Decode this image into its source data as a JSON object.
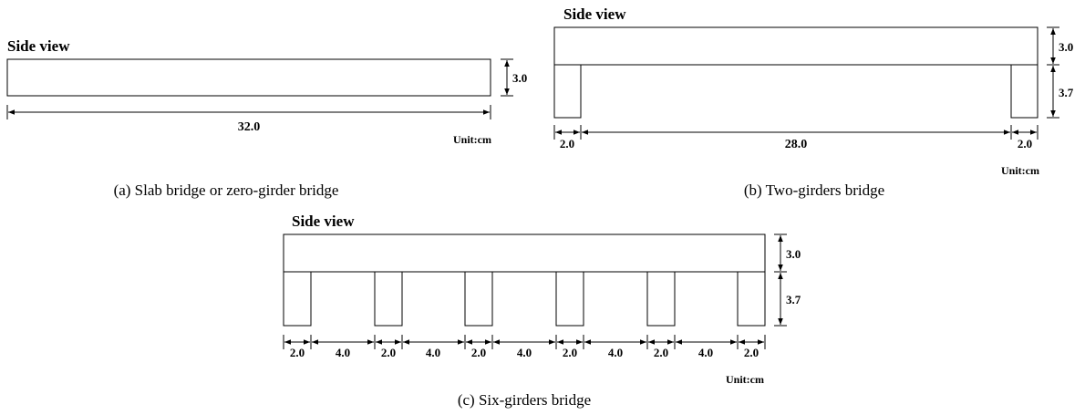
{
  "panel_a": {
    "title": "Side view",
    "height_label": "3.0",
    "length_label": "32.0",
    "unit": "Unit:cm",
    "caption": "(a) Slab bridge or zero-girder bridge"
  },
  "panel_b": {
    "title": "Side view",
    "deck_label": "3.0",
    "girder_label": "3.7",
    "left_width_label": "2.0",
    "span_label": "28.0",
    "right_width_label": "2.0",
    "unit": "Unit:cm",
    "caption": "(b) Two-girders bridge"
  },
  "panel_c": {
    "title": "Side view",
    "deck_label": "3.0",
    "girder_label": "3.7",
    "dims": [
      "2.0",
      "4.0",
      "2.0",
      "4.0",
      "2.0",
      "4.0",
      "2.0",
      "4.0",
      "2.0",
      "4.0",
      "2.0"
    ],
    "unit": "Unit:cm",
    "caption": "(c) Six-girders bridge"
  }
}
